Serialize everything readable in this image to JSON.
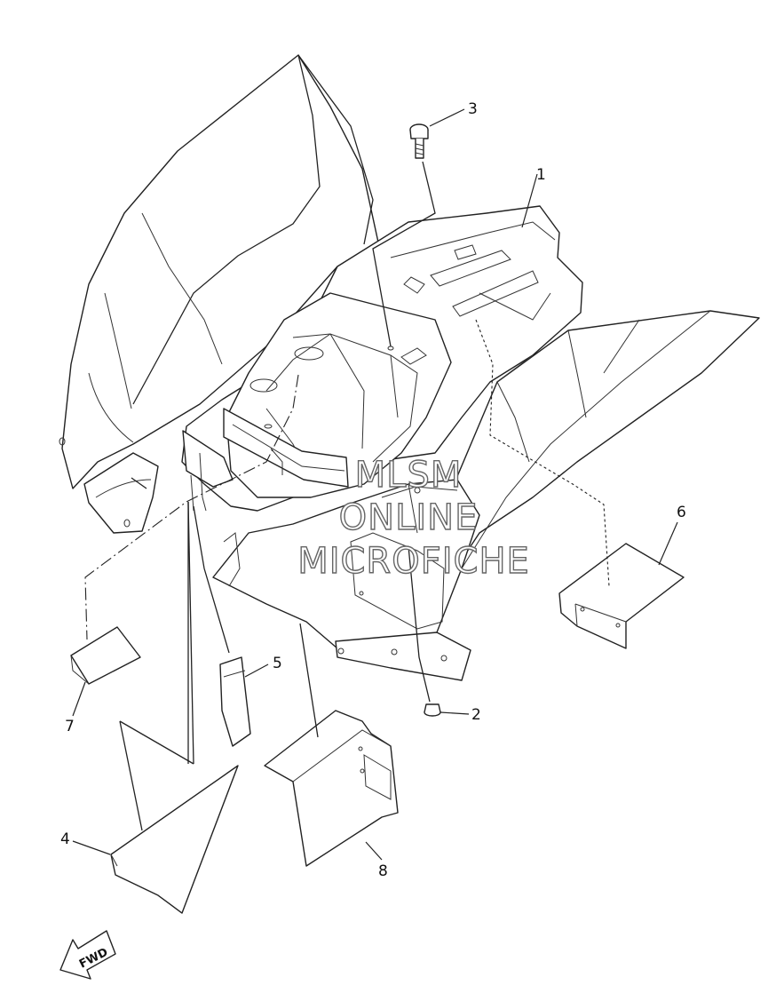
{
  "callouts": {
    "p1": "1",
    "p2": "2",
    "p3": "3",
    "p4": "4",
    "p5": "5",
    "p6": "6",
    "p7": "7",
    "p8": "8"
  },
  "watermark": {
    "line1": "MLSM",
    "line2": "ONLINE",
    "line3": "MICROFICHE"
  },
  "direction": {
    "label": "FWD"
  }
}
